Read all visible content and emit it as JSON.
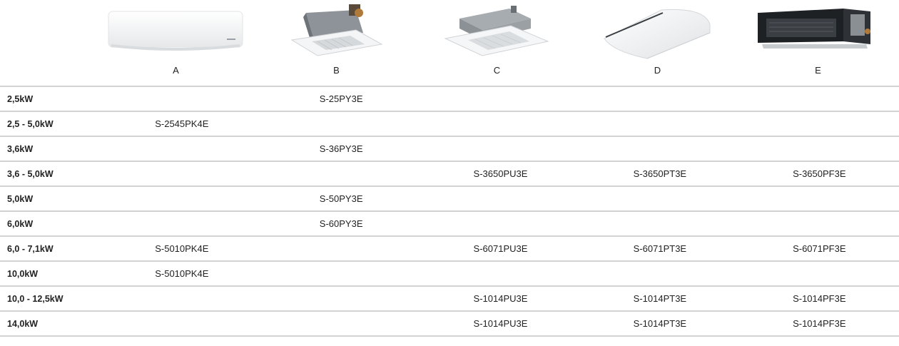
{
  "columns": [
    "A",
    "B",
    "C",
    "D",
    "E"
  ],
  "rows": [
    {
      "capacity": "2,5kW",
      "cells": [
        "",
        "S-25PY3E",
        "",
        "",
        ""
      ]
    },
    {
      "capacity": "2,5 - 5,0kW",
      "cells": [
        "S-2545PK4E",
        "",
        "",
        "",
        ""
      ]
    },
    {
      "capacity": "3,6kW",
      "cells": [
        "",
        "S-36PY3E",
        "",
        "",
        ""
      ]
    },
    {
      "capacity": "3,6 - 5,0kW",
      "cells": [
        "",
        "",
        "S-3650PU3E",
        "S-3650PT3E",
        "S-3650PF3E"
      ]
    },
    {
      "capacity": "5,0kW",
      "cells": [
        "",
        "S-50PY3E",
        "",
        "",
        ""
      ]
    },
    {
      "capacity": "6,0kW",
      "cells": [
        "",
        "S-60PY3E",
        "",
        "",
        ""
      ]
    },
    {
      "capacity": "6,0 - 7,1kW",
      "cells": [
        "S-5010PK4E",
        "",
        "S-6071PU3E",
        "S-6071PT3E",
        "S-6071PF3E"
      ]
    },
    {
      "capacity": "10,0kW",
      "cells": [
        "S-5010PK4E",
        "",
        "",
        "",
        ""
      ]
    },
    {
      "capacity": "10,0 - 12,5kW",
      "cells": [
        "",
        "",
        "S-1014PU3E",
        "S-1014PT3E",
        "S-1014PF3E"
      ]
    },
    {
      "capacity": "14,0kW",
      "cells": [
        "",
        "",
        "S-1014PU3E",
        "S-1014PT3E",
        "S-1014PF3E"
      ]
    }
  ]
}
